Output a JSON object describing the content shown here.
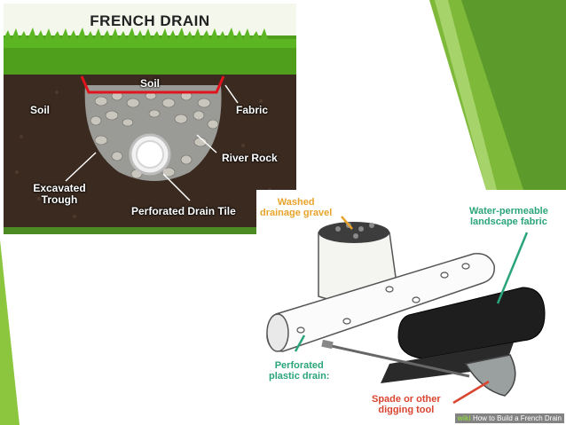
{
  "diagram": {
    "title": "FRENCH DRAIN",
    "labels": {
      "soil_top": "Soil",
      "soil_left": "Soil",
      "fabric": "Fabric",
      "river_rock": "River Rock",
      "trough_line1": "Excavated",
      "trough_line2": "Trough",
      "drain_tile": "Perforated Drain Tile"
    }
  },
  "supplies": {
    "gravel_line1": "Washed",
    "gravel_line2": "drainage gravel",
    "fabric_line1": "Water-permeable",
    "fabric_line2": "landscape fabric",
    "drain_line1": "Perforated",
    "drain_line2": "plastic drain:",
    "tool_line1": "Spade or other",
    "tool_line2": "digging tool",
    "watermark_brand": "wiki",
    "watermark_text": "How to Build a French Drain"
  },
  "colors": {
    "accent_green": "#8cc63f",
    "dark_green": "#4f8f2a",
    "grass": "#4f9e1c",
    "soil": "#3a2a20",
    "fabric_red": "#e0141c",
    "label_orange": "#e8a32a",
    "label_teal": "#2aa579",
    "label_red": "#d9452f"
  }
}
